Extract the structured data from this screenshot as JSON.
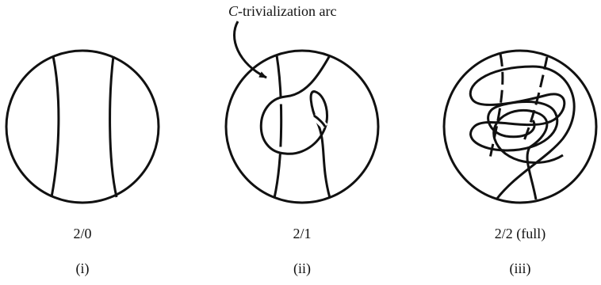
{
  "annotation": {
    "prefix": "C",
    "suffix": "-trivialization arc"
  },
  "panels": [
    {
      "fraction": "2/0",
      "numeral": "(i)"
    },
    {
      "fraction": "2/1",
      "numeral": "(ii)"
    },
    {
      "fraction": "2/2 (full)",
      "numeral": "(iii)"
    }
  ]
}
